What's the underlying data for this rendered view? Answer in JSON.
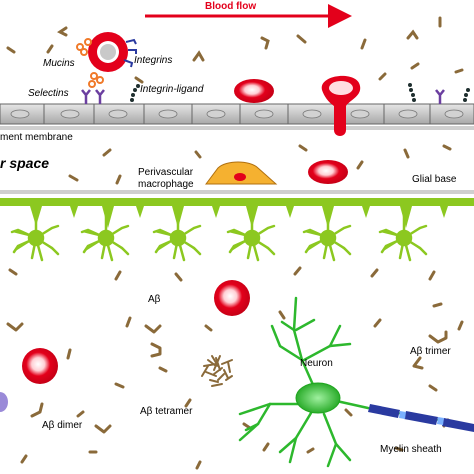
{
  "labels": {
    "blood_flow": "Blood flow",
    "mucins": "Mucins",
    "integrins": "Integrins",
    "selectins": "Selectins",
    "integrin_ligand": "Integrin-ligand",
    "basement_membrane": "ment membrane",
    "space": "r space",
    "perivascular_macrophage_line1": "Perivascular",
    "perivascular_macrophage_line2": "macrophage",
    "glial_base": "Glial base",
    "ab_monomer": "Aβ",
    "neuron": "Neuron",
    "ab_trimer": "Aβ trimer",
    "ab_tetramer": "Aβ tetramer",
    "ab_dimer": "Aβ dimer",
    "myelin_sheath": "Myelin sheath"
  },
  "colors": {
    "red_cell": "#e3001b",
    "endothelium": "#bdbdbd",
    "astrocyte": "#8cc820",
    "neuron": "#2db82d",
    "amyloid": "#8a6a3a",
    "macrophage": "#f5b130",
    "myelin": "#2a3aa0",
    "arrow": "#e3001b",
    "membrane": "#c8c8c8"
  }
}
